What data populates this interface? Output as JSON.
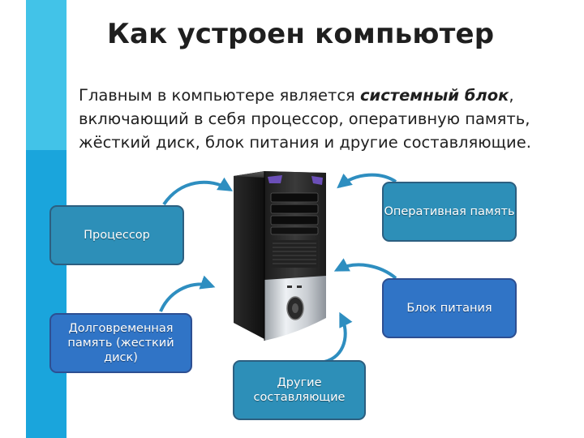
{
  "slide": {
    "title": "Как устроен компьютер",
    "intro": {
      "part1": "Главным в компьютере является ",
      "emphasis": "системный блок",
      "part2": ", включающий в себя процессор, оперативную память, жёсткий диск, блок питания и другие составляющие."
    }
  },
  "diagram": {
    "center": "системный блок",
    "components": {
      "processor": "Процессор",
      "ram": "Оперативная память",
      "psu": "Блок питания",
      "hdd": "Долговременная память (жесткий диск)",
      "other": "Другие составляющие"
    }
  },
  "colors": {
    "sidebar_light": "#42c3e8",
    "sidebar_dark": "#1aa5dc",
    "box_light": "#2d8fb8",
    "box_strong": "#3074c6",
    "arrow": "#2e8ec0"
  }
}
